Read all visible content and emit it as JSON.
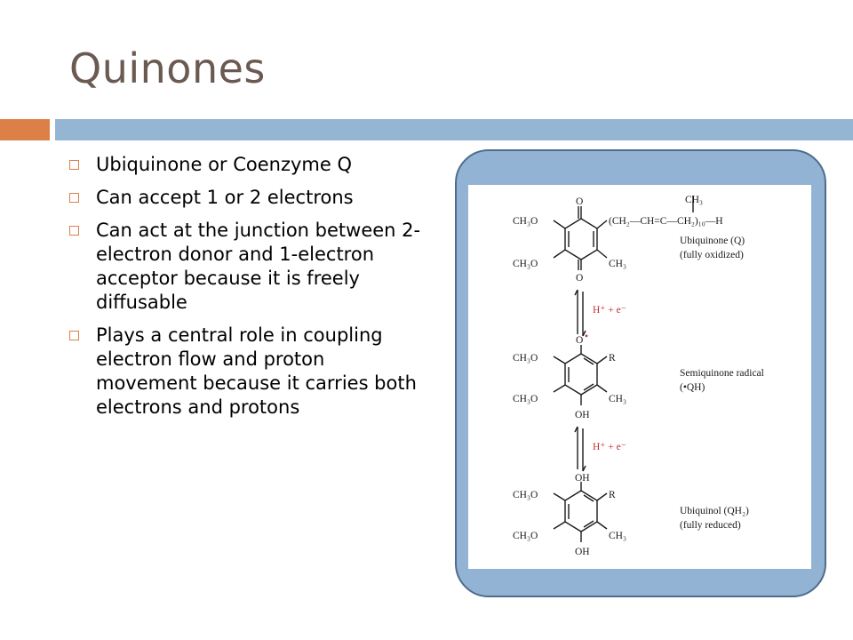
{
  "slide": {
    "title": "Quinones",
    "accent_colors": {
      "orange": "#dd8047",
      "blue": "#94b6d2",
      "panel": "#92b3d3"
    },
    "bullets": [
      {
        "text": "Ubiquinone or Coenzyme Q"
      },
      {
        "text": "Can accept 1 or 2 electrons"
      },
      {
        "text": "Can act at the junction between 2-electron donor and 1-electron acceptor because it is freely diffusable"
      },
      {
        "text": "Plays a central role in coupling electron flow and proton movement because it carries both electrons and protons"
      }
    ]
  },
  "figure": {
    "ubiquinone": {
      "name": "Ubiquinone (Q)",
      "state": "(fully oxidized)",
      "chain": "(CH₂—CH=C—CH₂)₁₀—H"
    },
    "step1": "H⁺ + e⁻",
    "semiquinone": {
      "name": "Semiquinone radical",
      "state": "(•QH)"
    },
    "step2": "H⁺ + e⁻",
    "ubiquinol": {
      "name": "Ubiquinol (QH₂)",
      "state": "(fully reduced)"
    },
    "atoms": {
      "methoxy": "CH₃O",
      "methyl": "CH₃",
      "oxygen": "O",
      "hydroxyl": "OH",
      "r_group": "R",
      "radical_dot": "•"
    }
  }
}
